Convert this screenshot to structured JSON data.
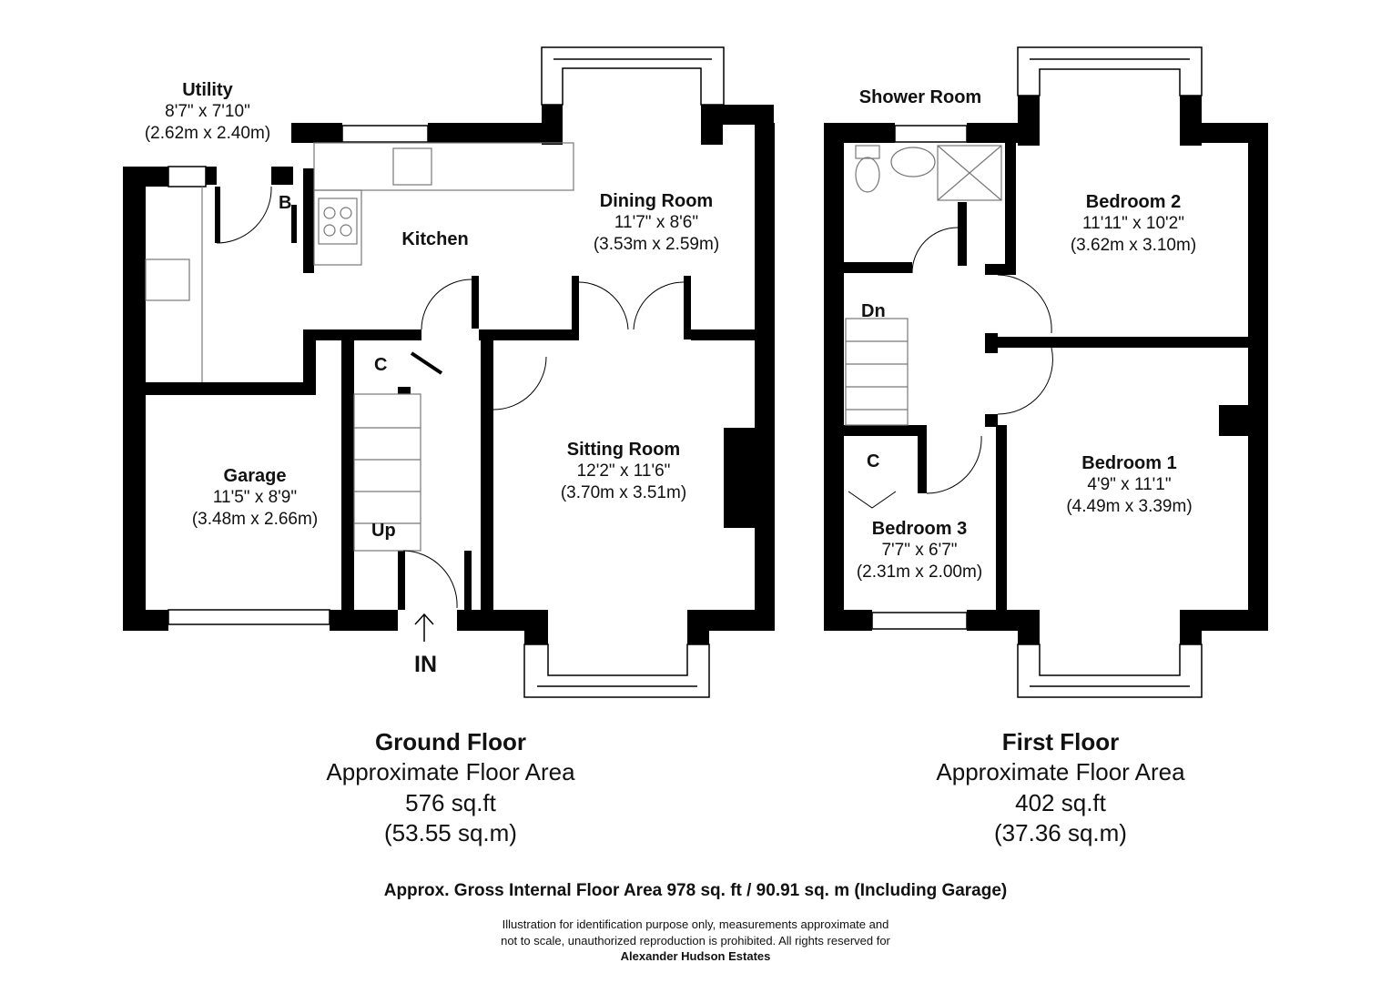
{
  "rooms": {
    "utility": {
      "name": "Utility",
      "imperial": "8'7\" x 7'10\"",
      "metric": "(2.62m x 2.40m)"
    },
    "kitchen": {
      "name": "Kitchen"
    },
    "dining": {
      "name": "Dining Room",
      "imperial": "11'7\" x 8'6\"",
      "metric": "(3.53m x 2.59m)"
    },
    "sitting": {
      "name": "Sitting Room",
      "imperial": "12'2\" x 11'6\"",
      "metric": "(3.70m x 3.51m)"
    },
    "garage": {
      "name": "Garage",
      "imperial": "11'5\" x 8'9\"",
      "metric": "(3.48m x 2.66m)"
    },
    "shower": {
      "name": "Shower Room"
    },
    "bed2": {
      "name": "Bedroom 2",
      "imperial": "11'11\" x 10'2\"",
      "metric": "(3.62m x 3.10m)"
    },
    "bed1": {
      "name": "Bedroom 1",
      "imperial": "4'9\" x 11'1\"",
      "metric": "(4.49m x 3.39m)"
    },
    "bed3": {
      "name": "Bedroom 3",
      "imperial": "7'7\" x 6'7\"",
      "metric": "(2.31m x 2.00m)"
    }
  },
  "tags": {
    "boiler": "B",
    "cupboard": "C",
    "up": "Up",
    "down": "Dn",
    "entrance": "IN"
  },
  "floors": {
    "ground": {
      "title": "Ground Floor",
      "area_label": "Approximate Floor Area",
      "sqft": "576 sq.ft",
      "sqm": "(53.55 sq.m)"
    },
    "first": {
      "title": "First Floor",
      "area_label": "Approximate Floor Area",
      "sqft": "402 sq.ft",
      "sqm": "(37.36 sq.m)"
    }
  },
  "gross_area": "Approx. Gross Internal Floor Area 978 sq. ft / 90.91 sq. m (Including Garage)",
  "disclaimer": {
    "line1": "Illustration for identification purpose only, measurements approximate and",
    "line2": "not to scale, unauthorized reproduction is prohibited. All rights reserved for",
    "company": "Alexander Hudson Estates"
  },
  "colors": {
    "wall": "#000000",
    "background": "#ffffff",
    "fixture": "#888888"
  }
}
